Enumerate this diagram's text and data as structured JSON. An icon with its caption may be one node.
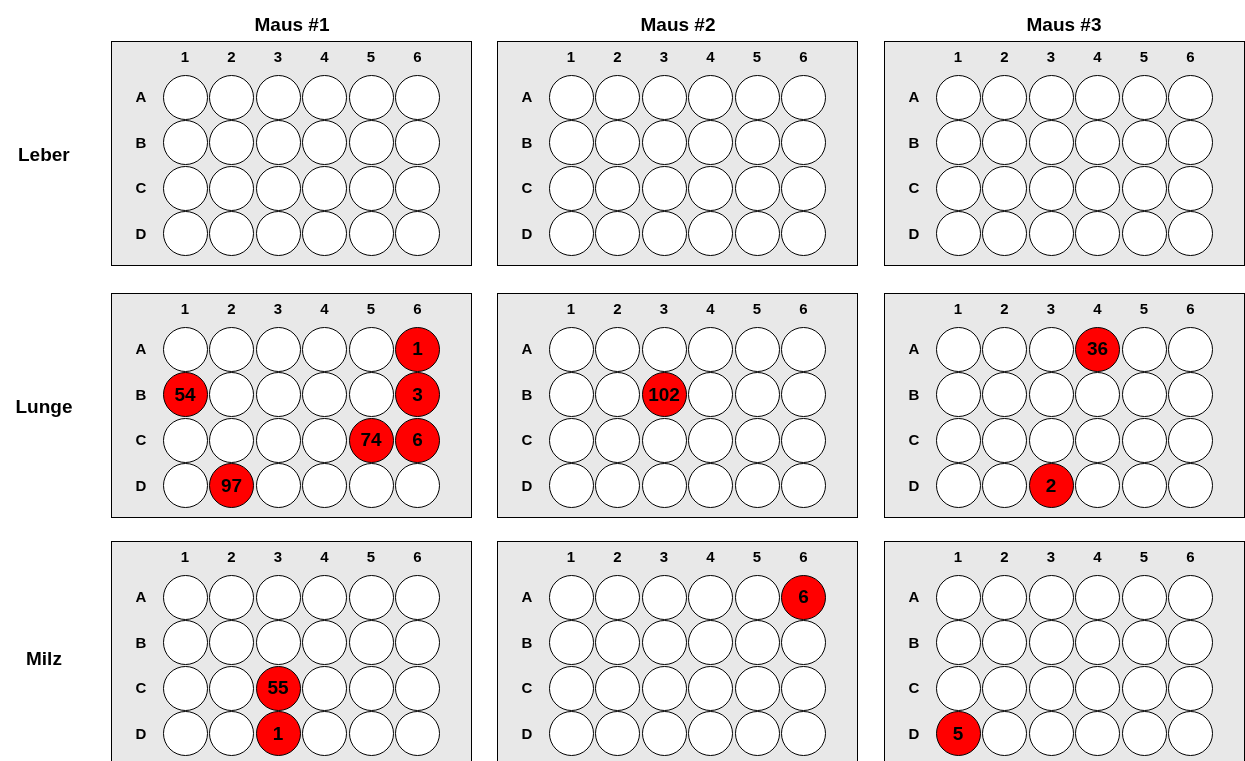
{
  "diagram": {
    "labels": [
      "Maus #1",
      "Maus #2",
      "Maus #3",
      "Leber",
      "Lunge",
      "Milz"
    ],
    "nodes": [
      {
        "text": [
          "1",
          "2",
          "3",
          "4",
          "5",
          "6",
          "A",
          "B",
          "C",
          "D"
        ]
      },
      {
        "text": [],
        "shape": "circle",
        "in": 0
      },
      {
        "text": [],
        "shape": "circle",
        "in": 0
      },
      {
        "text": [],
        "shape": "circle",
        "in": 0
      },
      {
        "text": [],
        "shape": "circle",
        "in": 0
      },
      {
        "text": [],
        "shape": "circle",
        "in": 0
      },
      {
        "text": [],
        "shape": "circle",
        "in": 0
      },
      {
        "text": [],
        "shape": "circle",
        "in": 0
      },
      {
        "text": [],
        "shape": "circle",
        "in": 0
      },
      {
        "text": [],
        "shape": "circle",
        "in": 0
      },
      {
        "text": [],
        "shape": "circle",
        "in": 0
      },
      {
        "text": [],
        "shape": "circle",
        "in": 0
      },
      {
        "text": [],
        "shape": "circle",
        "in": 0
      },
      {
        "text": [],
        "shape": "circle",
        "in": 0
      },
      {
        "text": [],
        "shape": "circle",
        "in": 0
      },
      {
        "text": [],
        "shape": "circle",
        "in": 0
      },
      {
        "text": [],
        "shape": "circle",
        "in": 0
      },
      {
        "text": [],
        "shape": "circle",
        "in": 0
      },
      {
        "text": [],
        "shape": "circle",
        "in": 0
      },
      {
        "text": [],
        "shape": "circle",
        "in": 0
      },
      {
        "text": [],
        "shape": "circle",
        "in": 0
      },
      {
        "text": [],
        "shape": "circle",
        "in": 0
      },
      {
        "text": [],
        "shape": "circle",
        "in": 0
      },
      {
        "text": [],
        "shape": "circle",
        "in": 0
      },
      {
        "text": [],
        "shape": "circle",
        "in": 0
      },
      {
        "text": [
          "1",
          "2",
          "3",
          "4",
          "5",
          "6",
          "A",
          "B",
          "C",
          "D"
        ]
      },
      {
        "text": [],
        "shape": "circle",
        "in": 25
      },
      {
        "text": [],
        "shape": "circle",
        "in": 25
      },
      {
        "text": [],
        "shape": "circle",
        "in": 25
      },
      {
        "text": [],
        "shape": "circle",
        "in": 25
      },
      {
        "text": [],
        "shape": "circle",
        "in": 25
      },
      {
        "text": [],
        "shape": "circle",
        "in": 25
      },
      {
        "text": [],
        "shape": "circle",
        "in": 25
      },
      {
        "text": [],
        "shape": "circle",
        "in": 25
      },
      {
        "text": [],
        "shape": "circle",
        "in": 25
      },
      {
        "text": [],
        "shape": "circle",
        "in": 25
      },
      {
        "text": [],
        "shape": "circle",
        "in": 25
      },
      {
        "text": [],
        "shape": "circle",
        "in": 25
      },
      {
        "text": [],
        "shape": "circle",
        "in": 25
      },
      {
        "text": [],
        "shape": "circle",
        "in": 25
      },
      {
        "text": [],
        "shape": "circle",
        "in": 25
      },
      {
        "text": [],
        "shape": "circle",
        "in": 25
      },
      {
        "text": [],
        "shape": "circle",
        "in": 25
      },
      {
        "text": [],
        "shape": "circle",
        "in": 25
      },
      {
        "text": [],
        "shape": "circle",
        "in": 25
      },
      {
        "text": [],
        "shape": "circle",
        "in": 25
      },
      {
        "text": [],
        "shape": "circle",
        "in": 25
      },
      {
        "text": [],
        "shape": "circle",
        "in": 25
      },
      {
        "text": [],
        "shape": "circle",
        "in": 25
      },
      {
        "text": [],
        "shape": "circle",
        "in": 25
      },
      {
        "text": [
          "1",
          "2",
          "3",
          "4",
          "5",
          "6",
          "A",
          "B",
          "C",
          "D"
        ]
      },
      {
        "text": [],
        "shape": "circle",
        "in": 50
      },
      {
        "text": [],
        "shape": "circle",
        "in": 50
      },
      {
        "text": [],
        "shape": "circle",
        "in": 50
      },
      {
        "text": [],
        "shape": "circle",
        "in": 50
      },
      {
        "text": [],
        "shape": "circle",
        "in": 50
      },
      {
        "text": [],
        "shape": "circle",
        "in": 50
      },
      {
        "text": [],
        "shape": "circle",
        "in": 50
      },
      {
        "text": [],
        "shape": "circle",
        "in": 50
      },
      {
        "text": [],
        "shape": "circle",
        "in": 50
      },
      {
        "text": [],
        "shape": "circle",
        "in": 50
      },
      {
        "text": [],
        "shape": "circle",
        "in": 50
      },
      {
        "text": [],
        "shape": "circle",
        "in": 50
      },
      {
        "text": [],
        "shape": "circle",
        "in": 50
      },
      {
        "text": [],
        "shape": "circle",
        "in": 50
      },
      {
        "text": [],
        "shape": "circle",
        "in": 50
      },
      {
        "text": [],
        "shape": "circle",
        "in": 50
      },
      {
        "text": [],
        "shape": "circle",
        "in": 50
      },
      {
        "text": [],
        "shape": "circle",
        "in": 50
      },
      {
        "text": [],
        "shape": "circle",
        "in": 50
      },
      {
        "text": [],
        "shape": "circle",
        "in": 50
      },
      {
        "text": [],
        "shape": "circle",
        "in": 50
      },
      {
        "text": [],
        "shape": "circle",
        "in": 50
      },
      {
        "text": [],
        "shape": "circle",
        "in": 50
      },
      {
        "text": [],
        "shape": "circle",
        "in": 50
      },
      {
        "text": [
          "1",
          "2",
          "3",
          "4",
          "5",
          "6",
          "A",
          "B",
          "C",
          "D"
        ]
      },
      {
        "text": [],
        "shape": "circle",
        "in": 75
      },
      {
        "text": [],
        "shape": "circle",
        "in": 75
      },
      {
        "text": [],
        "shape": "circle",
        "in": 75
      },
      {
        "text": [],
        "shape": "circle",
        "in": 75
      },
      {
        "text": [],
        "shape": "circle",
        "in": 75
      },
      {
        "text": [
          "1"
        ],
        "in": 75
      },
      {
        "text": [
          "54"
        ],
        "in": 75
      },
      {
        "text": [],
        "shape": "circle",
        "in": 75
      },
      {
        "text": [],
        "shape": "circle",
        "in": 75
      },
      {
        "text": [],
        "shape": "circle",
        "in": 75
      },
      {
        "text": [],
        "shape": "circle",
        "in": 75
      },
      {
        "text": [
          "3"
        ],
        "in": 75
      },
      {
        "text": [],
        "shape": "circle",
        "in": 75
      },
      {
        "text": [],
        "shape": "circle",
        "in": 75
      },
      {
        "text": [],
        "shape": "circle",
        "in": 75
      },
      {
        "text": [],
        "shape": "circle",
        "in": 75
      },
      {
        "text": [
          "74"
        ],
        "in": 75
      },
      {
        "text": [
          "6"
        ],
        "in": 75
      },
      {
        "text": [],
        "shape": "circle",
        "in": 75
      },
      {
        "text": [
          "97"
        ],
        "in": 75
      },
      {
        "text": [],
        "shape": "circle",
        "in": 75
      },
      {
        "text": [],
        "shape": "circle",
        "in": 75
      },
      {
        "text": [],
        "shape": "circle",
        "in": 75
      },
      {
        "text": [],
        "shape": "circle",
        "in": 75
      },
      {
        "text": [
          "1",
          "2",
          "3",
          "4",
          "5",
          "6",
          "A",
          "B",
          "C",
          "D"
        ]
      },
      {
        "text": [],
        "shape": "circle",
        "in": 100
      },
      {
        "text": [],
        "shape": "circle",
        "in": 100
      },
      {
        "text": [],
        "shape": "circle",
        "in": 100
      },
      {
        "text": [],
        "shape": "circle",
        "in": 100
      },
      {
        "text": [],
        "shape": "circle",
        "in": 100
      },
      {
        "text": [],
        "shape": "circle",
        "in": 100
      },
      {
        "text": [],
        "shape": "circle",
        "in": 100
      },
      {
        "text": [],
        "shape": "circle",
        "in": 100
      },
      {
        "text": [
          "102"
        ],
        "in": 100
      },
      {
        "text": [],
        "shape": "circle",
        "in": 100
      },
      {
        "text": [],
        "shape": "circle",
        "in": 100
      },
      {
        "text": [],
        "shape": "circle",
        "in": 100
      },
      {
        "text": [],
        "shape": "circle",
        "in": 100
      },
      {
        "text": [],
        "shape": "circle",
        "in": 100
      },
      {
        "text": [],
        "shape": "circle",
        "in": 100
      },
      {
        "text": [],
        "shape": "circle",
        "in": 100
      },
      {
        "text": [],
        "shape": "circle",
        "in": 100
      },
      {
        "text": [],
        "shape": "circle",
        "in": 100
      },
      {
        "text": [],
        "shape": "circle",
        "in": 100
      },
      {
        "text": [],
        "shape": "circle",
        "in": 100
      },
      {
        "text": [],
        "shape": "circle",
        "in": 100
      },
      {
        "text": [],
        "shape": "circle",
        "in": 100
      },
      {
        "text": [],
        "shape": "circle",
        "in": 100
      },
      {
        "text": [],
        "shape": "circle",
        "in": 100
      },
      {
        "text": [
          "1",
          "2",
          "3",
          "4",
          "5",
          "6",
          "A",
          "B",
          "C",
          "D"
        ]
      },
      {
        "text": [],
        "shape": "circle",
        "in": 125
      },
      {
        "text": [],
        "shape": "circle",
        "in": 125
      },
      {
        "text": [],
        "shape": "circle",
        "in": 125
      },
      {
        "text": [
          "36"
        ],
        "in": 125
      },
      {
        "text": [],
        "shape": "circle",
        "in": 125
      },
      {
        "text": [],
        "shape": "circle",
        "in": 125
      },
      {
        "text": [],
        "shape": "circle",
        "in": 125
      },
      {
        "text": [],
        "shape": "circle",
        "in": 125
      },
      {
        "text": [],
        "shape": "circle",
        "in": 125
      },
      {
        "text": [],
        "shape": "circle",
        "in": 125
      },
      {
        "text": [],
        "shape": "circle",
        "in": 125
      },
      {
        "text": [],
        "shape": "circle",
        "in": 125
      },
      {
        "text": [],
        "shape": "circle",
        "in": 125
      },
      {
        "text": [],
        "shape": "circle",
        "in": 125
      },
      {
        "text": [],
        "shape": "circle",
        "in": 125
      },
      {
        "text": [],
        "shape": "circle",
        "in": 125
      },
      {
        "text": [],
        "shape": "circle",
        "in": 125
      },
      {
        "text": [],
        "shape": "circle",
        "in": 125
      },
      {
        "text": [],
        "shape": "circle",
        "in": 125
      },
      {
        "text": [],
        "shape": "circle",
        "in": 125
      },
      {
        "text": [
          "2"
        ],
        "in": 125
      },
      {
        "text": [],
        "shape": "circle",
        "in": 125
      },
      {
        "text": [],
        "shape": "circle",
        "in": 125
      },
      {
        "text": [],
        "shape": "circle",
        "in": 125
      },
      {
        "text": [
          "1",
          "2",
          "3",
          "4",
          "5",
          "6",
          "A",
          "B",
          "C",
          "D"
        ]
      },
      {
        "text": [],
        "shape": "circle",
        "in": 150
      },
      {
        "text": [],
        "shape": "circle",
        "in": 150
      },
      {
        "text": [],
        "shape": "circle",
        "in": 150
      },
      {
        "text": [],
        "shape": "circle",
        "in": 150
      },
      {
        "text": [],
        "shape": "circle",
        "in": 150
      },
      {
        "text": [],
        "shape": "circle",
        "in": 150
      },
      {
        "text": [],
        "shape": "circle",
        "in": 150
      },
      {
        "text": [],
        "shape": "circle",
        "in": 150
      },
      {
        "text": [],
        "shape": "circle",
        "in": 150
      },
      {
        "text": [],
        "shape": "circle",
        "in": 150
      },
      {
        "text": [],
        "shape": "circle",
        "in": 150
      },
      {
        "text": [],
        "shape": "circle",
        "in": 150
      },
      {
        "text": [],
        "shape": "circle",
        "in": 150
      },
      {
        "text": [],
        "shape": "circle",
        "in": 150
      },
      {
        "text": [
          "55"
        ],
        "in": 150
      },
      {
        "text": [],
        "shape": "circle",
        "in": 150
      },
      {
        "text": [],
        "shape": "circle",
        "in": 150
      },
      {
        "text": [],
        "shape": "circle",
        "in": 150
      },
      {
        "text": [],
        "shape": "circle",
        "in": 150
      },
      {
        "text": [],
        "shape": "circle",
        "in": 150
      },
      {
        "text": [
          "1"
        ],
        "in": 150
      },
      {
        "text": [],
        "shape": "circle",
        "in": 150
      },
      {
        "text": [],
        "shape": "circle",
        "in": 150
      },
      {
        "text": [],
        "shape": "circle",
        "in": 150
      },
      {
        "text": [
          "1",
          "2",
          "3",
          "4",
          "5",
          "6",
          "A",
          "B",
          "C",
          "D"
        ]
      },
      {
        "text": [],
        "shape": "circle",
        "in": 175
      },
      {
        "text": [],
        "shape": "circle",
        "in": 175
      },
      {
        "text": [],
        "shape": "circle",
        "in": 175
      },
      {
        "text": [],
        "shape": "circle",
        "in": 175
      },
      {
        "text": [],
        "shape": "circle",
        "in": 175
      },
      {
        "text": [
          "6"
        ],
        "in": 175
      },
      {
        "text": [],
        "shape": "circle",
        "in": 175
      },
      {
        "text": [],
        "shape": "circle",
        "in": 175
      },
      {
        "text": [],
        "shape": "circle",
        "in": 175
      },
      {
        "text": [],
        "shape": "circle",
        "in": 175
      },
      {
        "text": [],
        "shape": "circle",
        "in": 175
      },
      {
        "text": [],
        "shape": "circle",
        "in": 175
      },
      {
        "text": [],
        "shape": "circle",
        "in": 175
      },
      {
        "text": [],
        "shape": "circle",
        "in": 175
      },
      {
        "text": [],
        "shape": "circle",
        "in": 175
      },
      {
        "text": [],
        "shape": "circle",
        "in": 175
      },
      {
        "text": [],
        "shape": "circle",
        "in": 175
      },
      {
        "text": [],
        "shape": "circle",
        "in": 175
      },
      {
        "text": [],
        "shape": "circle",
        "in": 175
      },
      {
        "text": [],
        "shape": "circle",
        "in": 175
      },
      {
        "text": [],
        "shape": "circle",
        "in": 175
      },
      {
        "text": [],
        "shape": "circle",
        "in": 175
      },
      {
        "text": [],
        "shape": "circle",
        "in": 175
      },
      {
        "text": [],
        "shape": "circle",
        "in": 175
      },
      {
        "text": [
          "1",
          "2",
          "3",
          "4",
          "5",
          "6",
          "A",
          "B",
          "C",
          "D"
        ]
      },
      {
        "text": [],
        "shape": "circle",
        "in": 200
      },
      {
        "text": [],
        "shape": "circle",
        "in": 200
      },
      {
        "text": [],
        "shape": "circle",
        "in": 200
      },
      {
        "text": [],
        "shape": "circle",
        "in": 200
      },
      {
        "text": [],
        "shape": "circle",
        "in": 200
      },
      {
        "text": [],
        "shape": "circle",
        "in": 200
      },
      {
        "text": [],
        "shape": "circle",
        "in": 200
      },
      {
        "text": [],
        "shape": "circle",
        "in": 200
      },
      {
        "text": [],
        "shape": "circle",
        "in": 200
      },
      {
        "text": [],
        "shape": "circle",
        "in": 200
      },
      {
        "text": [],
        "shape": "circle",
        "in": 200
      },
      {
        "text": [],
        "shape": "circle",
        "in": 200
      },
      {
        "text": [],
        "shape": "circle",
        "in": 200
      },
      {
        "text": [],
        "shape": "circle",
        "in": 200
      },
      {
        "text": [],
        "shape": "circle",
        "in": 200
      },
      {
        "text": [],
        "shape": "circle",
        "in": 200
      },
      {
        "text": [],
        "shape": "circle",
        "in": 200
      },
      {
        "text": [],
        "shape": "circle",
        "in": 200
      },
      {
        "text": [
          "5"
        ],
        "in": 200
      },
      {
        "text": [],
        "shape": "circle",
        "in": 200
      },
      {
        "text": [],
        "shape": "circle",
        "in": 200
      },
      {
        "text": [],
        "shape": "circle",
        "in": 200
      },
      {
        "text": [],
        "shape": "circle",
        "in": 200
      },
      {
        "text": [],
        "shape": "circle",
        "in": 200
      }
    ]
  }
}
